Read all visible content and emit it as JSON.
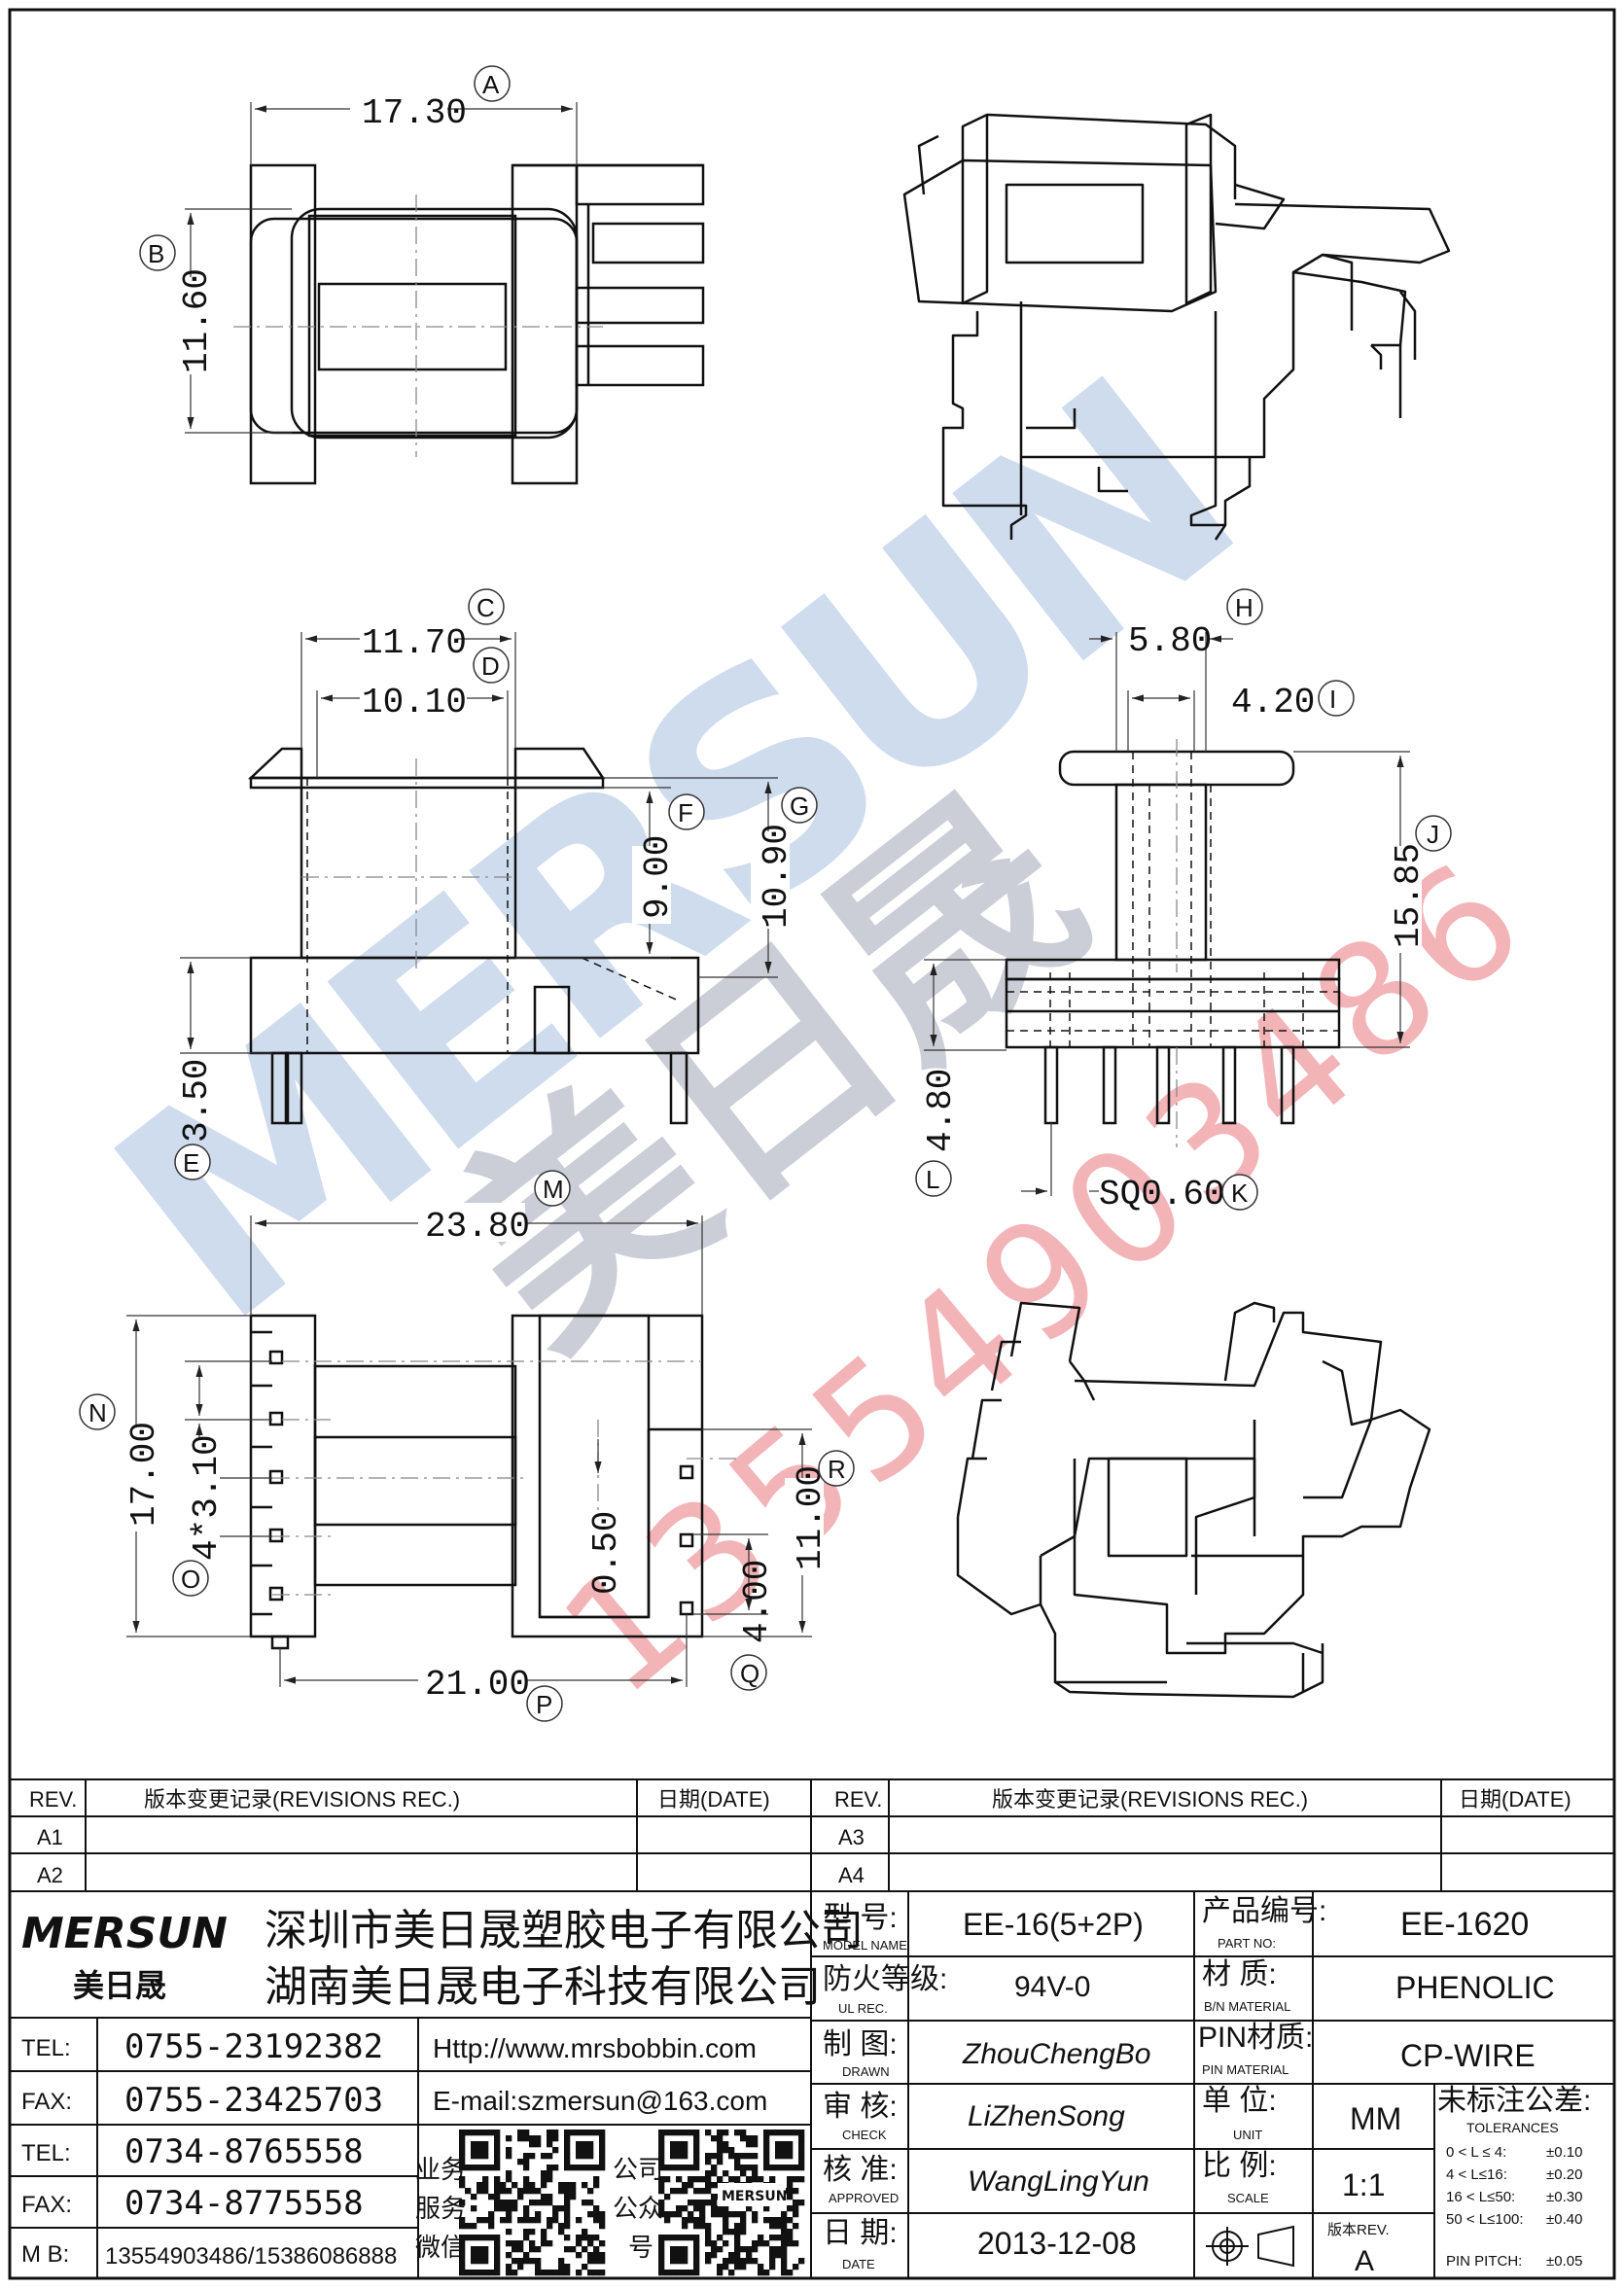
{
  "watermark": {
    "brand": "MERSUN",
    "cn": "美日晟",
    "phone": "13554903486",
    "colors": {
      "blue": "#c9ddf1",
      "gray": "#c9ccd5",
      "red": "#f4b3b7"
    }
  },
  "dimensions": {
    "A": {
      "tag": "A",
      "value": "17.30"
    },
    "B": {
      "tag": "B",
      "value": "11.60"
    },
    "C": {
      "tag": "C",
      "value": "11.70"
    },
    "D": {
      "tag": "D",
      "value": "10.10"
    },
    "E": {
      "tag": "E",
      "value": "3.50"
    },
    "F": {
      "tag": "F",
      "value": "9.00"
    },
    "G": {
      "tag": "G",
      "value": "10.90"
    },
    "H": {
      "tag": "H",
      "value": "5.80"
    },
    "I": {
      "tag": "I",
      "value": "4.20"
    },
    "J": {
      "tag": "J",
      "value": "15.85"
    },
    "K": {
      "tag": "K",
      "value": "SQ0.60"
    },
    "L": {
      "tag": "L",
      "value": "4.80"
    },
    "M": {
      "tag": "M",
      "value": "23.80"
    },
    "N": {
      "tag": "N",
      "value": "17.00"
    },
    "O": {
      "tag": "O",
      "value": "4*3.10"
    },
    "P": {
      "tag": "P",
      "value": "21.00"
    },
    "Q": {
      "tag": "Q",
      "value": "4.00"
    },
    "R": {
      "tag": "R",
      "value": "11.00"
    },
    "S": {
      "value": "0.50"
    }
  },
  "revisions_left": {
    "col_rev": "REV.",
    "col_rec": "版本变更记录(REVISIONS REC.)",
    "col_date": "日期(DATE)",
    "rows": [
      "A1",
      "A2"
    ]
  },
  "revisions_right": {
    "col_rev": "REV.",
    "col_rec": "版本变更记录(REVISIONS REC.)",
    "col_date": "日期(DATE)",
    "rows": [
      "A3",
      "A4"
    ]
  },
  "company": {
    "logo": "MERSUN",
    "logo_cn": "美日晟",
    "name1": "深圳市美日晟塑胶电子有限公司",
    "name2": "湖南美日晟电子科技有限公司"
  },
  "contacts": [
    {
      "label": "TEL:",
      "value": "0755-23192382"
    },
    {
      "label": "FAX:",
      "value": "0755-23425703"
    },
    {
      "label": "TEL:",
      "value": "0734-8765558"
    },
    {
      "label": "FAX:",
      "value": "0734-8775558"
    },
    {
      "label": "M B:",
      "value": "13554903486/15386086888"
    }
  ],
  "web": "Http://www.mrsbobbin.com",
  "email": "E-mail:szmersun@163.com",
  "qr_labels": {
    "left": [
      "业务",
      "服务",
      "微信"
    ],
    "right": [
      "公司",
      "公众",
      "号"
    ],
    "logo": "MERSUN"
  },
  "info": {
    "model_label": "型  号:",
    "model_sub": "MODEL NAME",
    "model": "EE-16(5+2P)",
    "part_label": "产品编号:",
    "part_sub": "PART NO:",
    "part": "EE-1620",
    "fire_label": "防火等级:",
    "fire_sub": "UL REC.",
    "fire": "94V-0",
    "mat_label": "材  质:",
    "mat_sub": "B/N MATERIAL",
    "mat": "PHENOLIC",
    "drawn_label": "制  图:",
    "drawn_sub": "DRAWN",
    "drawn": "ZhouChengBo",
    "pinmat_label": "PIN材质:",
    "pinmat_sub": "PIN MATERIAL",
    "pinmat": "CP-WIRE",
    "check_label": "审  核:",
    "check_sub": "CHECK",
    "check": "LiZhenSong",
    "unit_label": "单  位:",
    "unit_sub": "UNIT",
    "unit": "MM",
    "approved_label": "核  准:",
    "approved_sub": "APPROVED",
    "approved": "WangLingYun",
    "scale_label": "比  例:",
    "scale_sub": "SCALE",
    "scale": "1:1",
    "date_label": "日  期:",
    "date_sub": "DATE",
    "date": "2013-12-08",
    "ver_label": "版本REV.",
    "ver": "A",
    "tol_label": "未标注公差:",
    "tol_sub": "TOLERANCES",
    "tolerances": [
      {
        "range": "0 < L ≤ 4:",
        "tol": "±0.10"
      },
      {
        "range": "4 < L≤16:",
        "tol": "±0.20"
      },
      {
        "range": "16 < L≤50:",
        "tol": "±0.30"
      },
      {
        "range": "50 < L≤100:",
        "tol": "±0.40"
      },
      {
        "range": "PIN PITCH:",
        "tol": "±0.05"
      }
    ]
  }
}
